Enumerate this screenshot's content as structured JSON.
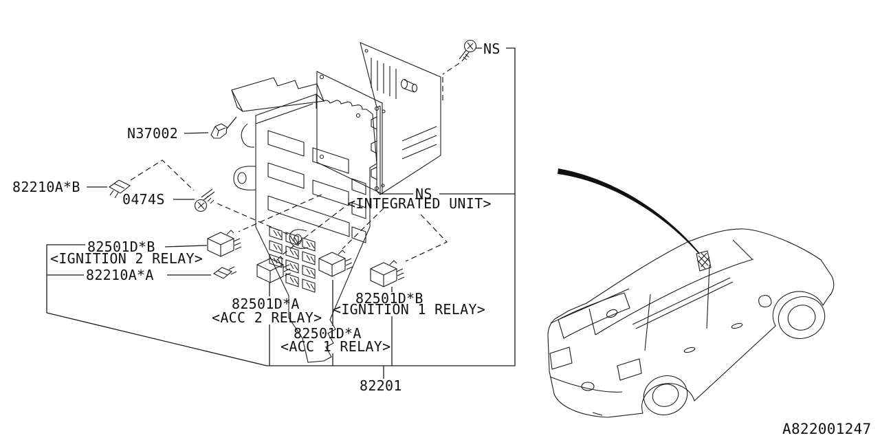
{
  "drawing_code": "A822001247",
  "parts": {
    "clip": {
      "number": "N37002"
    },
    "fuse_b": {
      "number": "82210A*B"
    },
    "screw": {
      "number": "0474S"
    },
    "relay_ign2": {
      "number": "82501D*B",
      "name": "<IGNITION 2 RELAY>"
    },
    "fuse_a": {
      "number": "82210A*A"
    },
    "relay_acc2": {
      "number": "82501D*A",
      "name": "<ACC 2 RELAY>"
    },
    "relay_ign1": {
      "number": "82501D*B",
      "name": "<IGNITION 1 RELAY>"
    },
    "relay_acc1": {
      "number": "82501D*A",
      "name": "<ACC 1 RELAY>"
    },
    "fuse_box": {
      "number": "82201"
    },
    "unit": {
      "number": "NS",
      "name": "<INTEGRATED UNIT>"
    },
    "ns_screw": {
      "number": "NS"
    }
  }
}
